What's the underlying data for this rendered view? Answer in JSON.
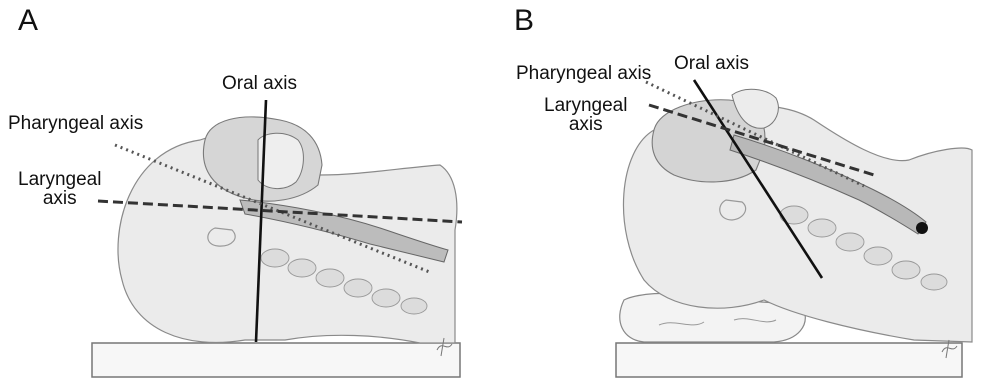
{
  "panels": [
    {
      "letter": "A",
      "labels": {
        "oral": "Oral axis",
        "pharyngeal": "Pharyngeal axis",
        "laryngeal_line1": "Laryngeal",
        "laryngeal_line2": "axis"
      }
    },
    {
      "letter": "B",
      "labels": {
        "oral": "Oral axis",
        "pharyngeal": "Pharyngeal axis",
        "laryngeal_line1": "Laryngeal",
        "laryngeal_line2": "axis"
      }
    }
  ],
  "colors": {
    "outline": "#8a8a8a",
    "head_fill": "#e9e9e9",
    "airway_fill": "#b5b5b5",
    "axis_line": "#111111",
    "background": "#ffffff"
  }
}
